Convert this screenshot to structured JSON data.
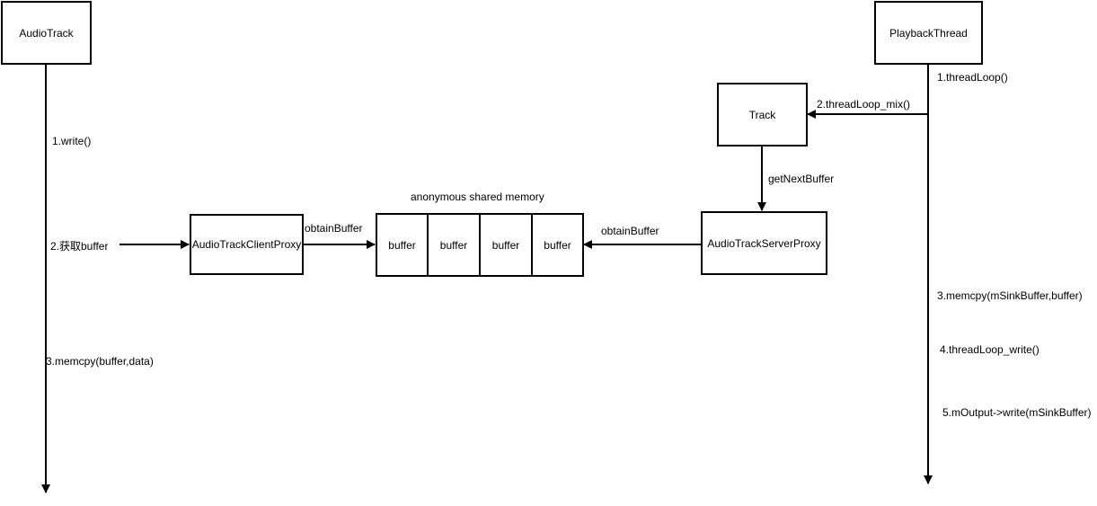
{
  "actors": {
    "audiotrack": "AudioTrack",
    "playback": "PlaybackThread"
  },
  "left_steps": {
    "write": "1.write()",
    "get_buffer": "2.获取buffer",
    "memcpy": "3.memcpy(buffer,data)"
  },
  "right_steps": {
    "thread_loop": "1.threadLoop()",
    "thread_loop_mix": "2.threadLoop_mix()",
    "memcpy": "3.memcpy(mSinkBuffer,buffer)",
    "thread_loop_write": "4.threadLoop_write()",
    "output_write": "5.mOutput->write(mSinkBuffer)"
  },
  "boxes": {
    "track": "Track",
    "client_proxy": "AudioTrackClientProxy",
    "server_proxy": "AudioTrackServerProxy"
  },
  "shared_memory": {
    "title": "anonymous shared memory",
    "cells": [
      "buffer",
      "buffer",
      "buffer",
      "buffer"
    ]
  },
  "arrow_labels": {
    "client_obtain": "obtainBuffer",
    "server_obtain": "obtainBuffer",
    "get_next": "getNextBuffer"
  }
}
